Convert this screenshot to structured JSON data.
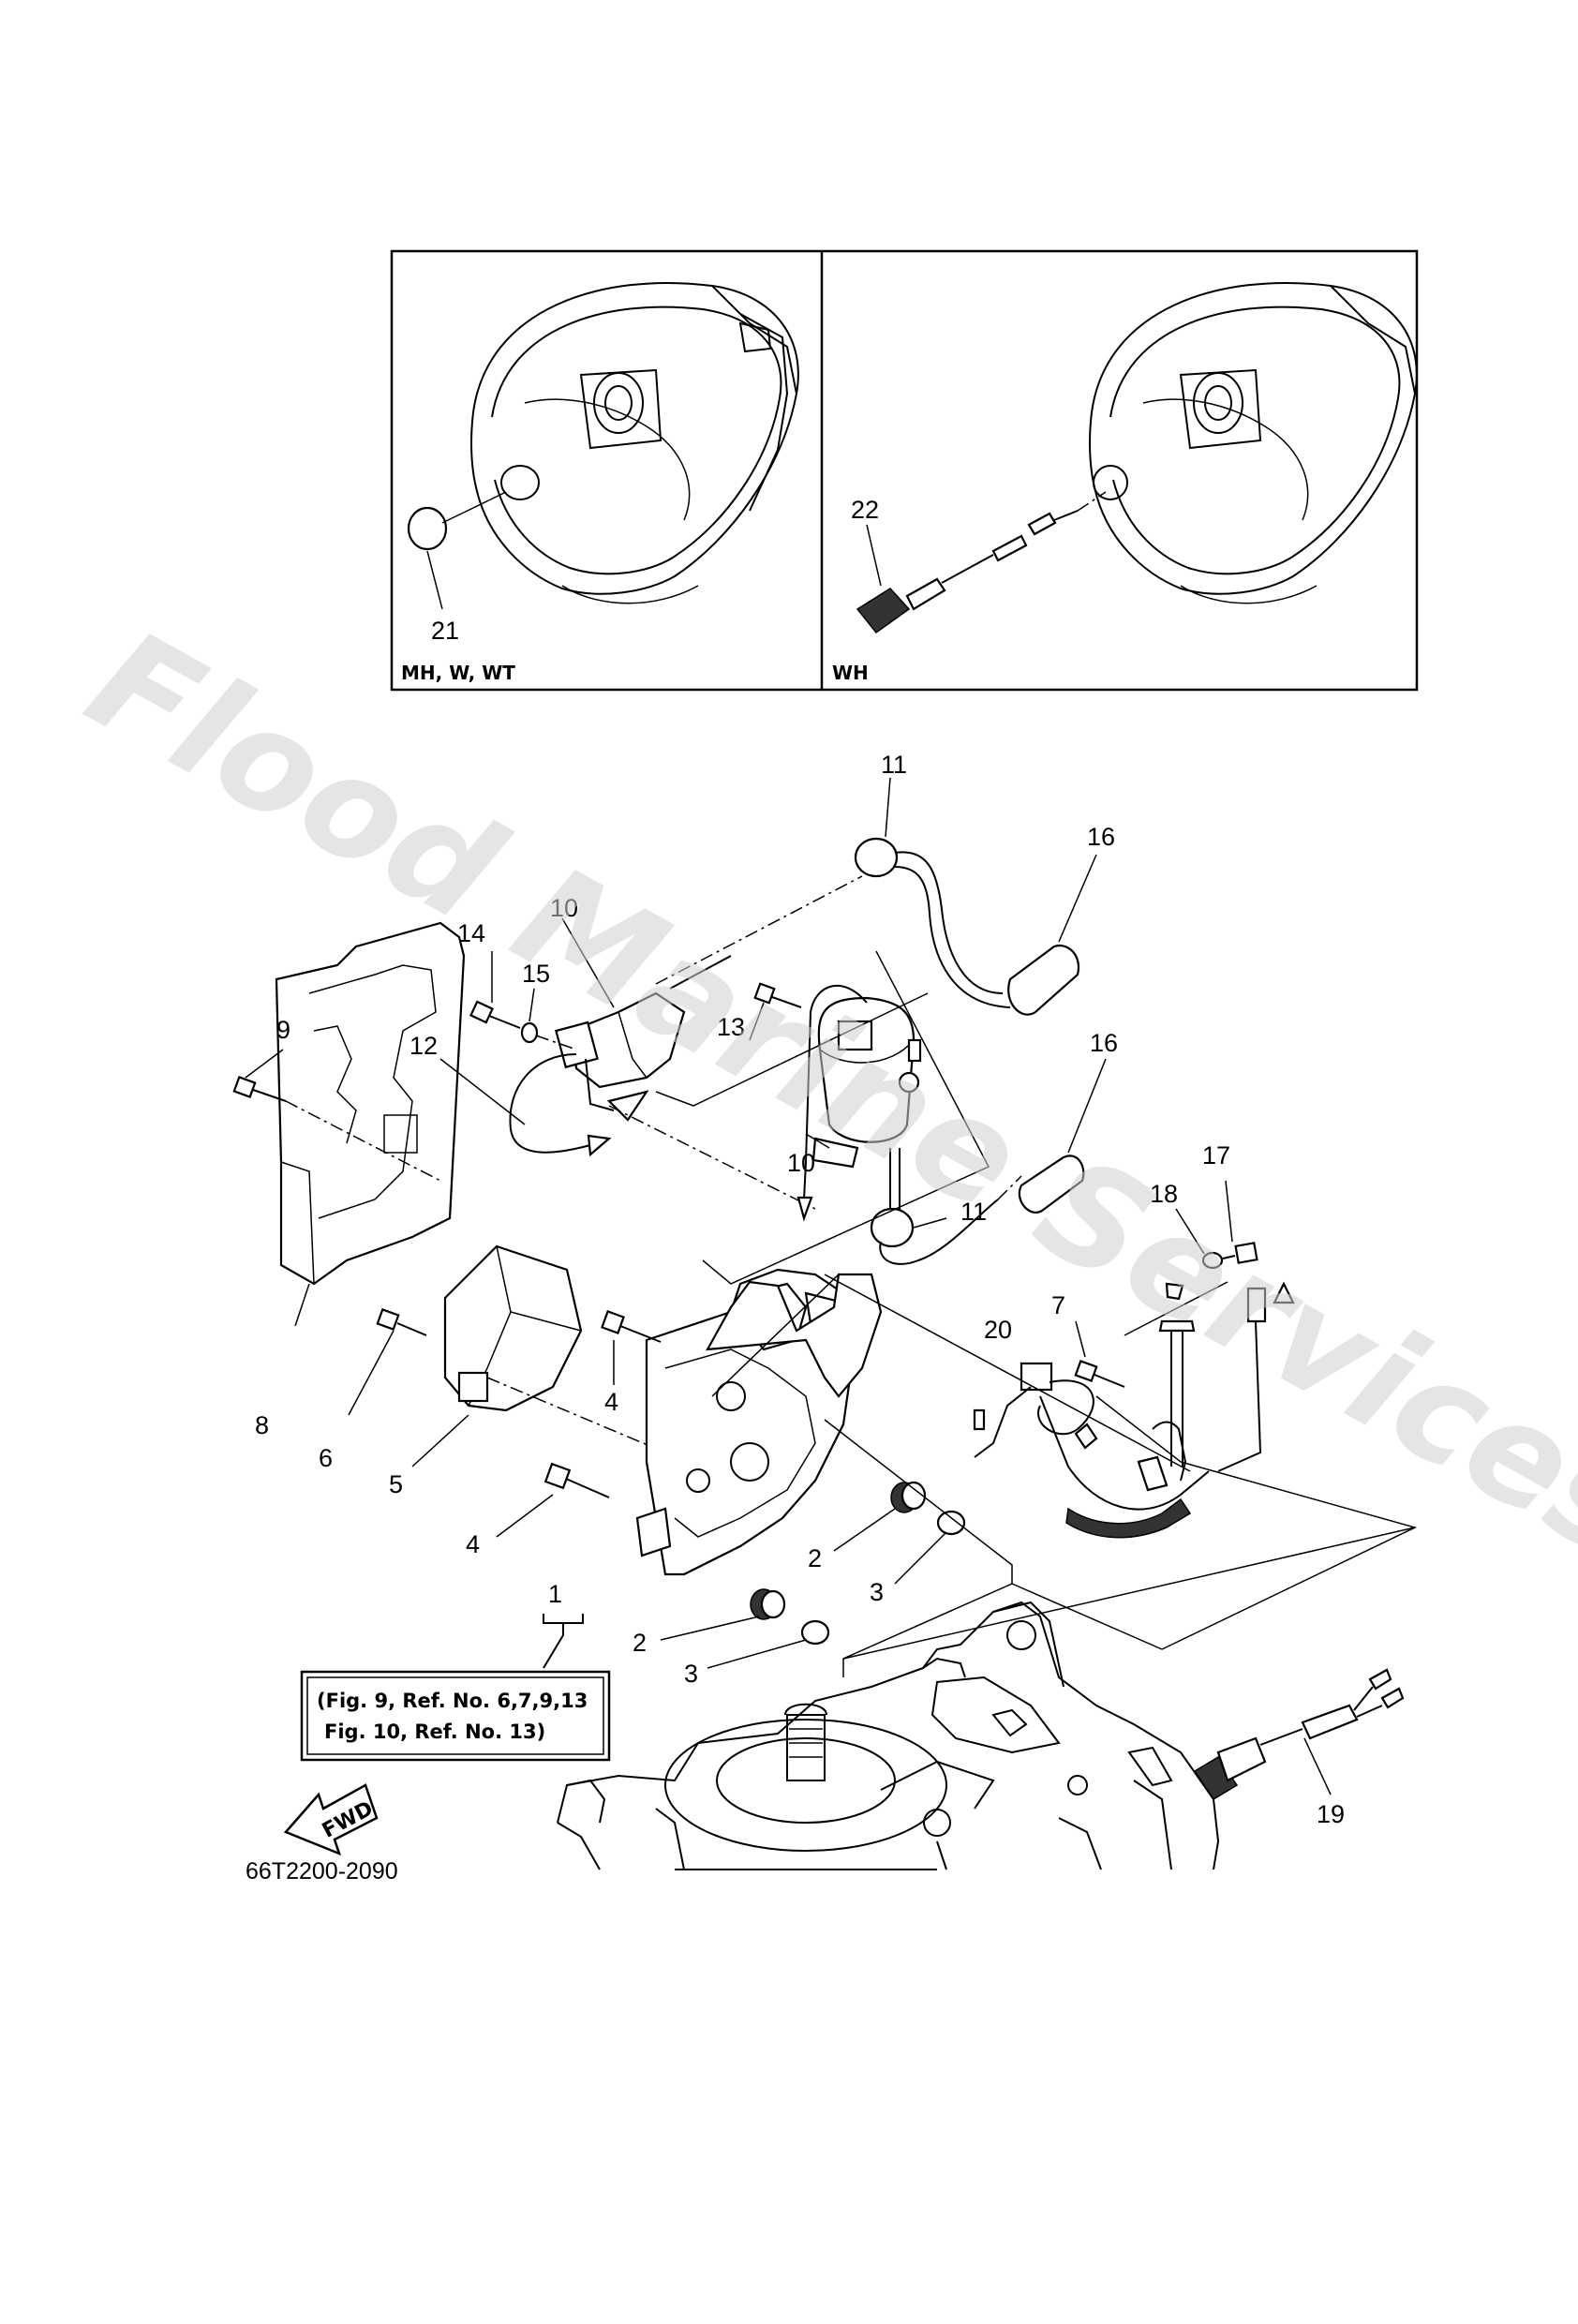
{
  "watermark": "Flood Marine Services",
  "insets": [
    {
      "label": "MH, W, WT"
    },
    {
      "label": "WH"
    }
  ],
  "callouts": [
    "1",
    "2",
    "2",
    "3",
    "3",
    "4",
    "4",
    "5",
    "6",
    "7",
    "8",
    "9",
    "10",
    "10",
    "11",
    "11",
    "12",
    "13",
    "14",
    "15",
    "16",
    "16",
    "17",
    "18",
    "19",
    "20",
    "21",
    "22"
  ],
  "note": {
    "line1": "(Fig. 9, Ref. No. 6,7,9,13",
    "line2": "Fig. 10, Ref. No. 13)"
  },
  "fwd_label": "FWD",
  "drawing_code": "66T2200-2090"
}
